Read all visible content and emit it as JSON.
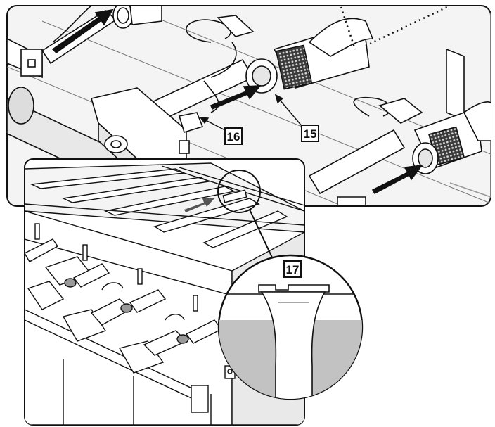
{
  "callouts": {
    "c15": "15",
    "c16": "16",
    "c17": "17"
  },
  "colors": {
    "line": "#111111",
    "panel_bg": "#f2f2f2",
    "shade": "#c8c8c8",
    "dark_shade": "#8a8a8a",
    "white": "#ffffff"
  }
}
